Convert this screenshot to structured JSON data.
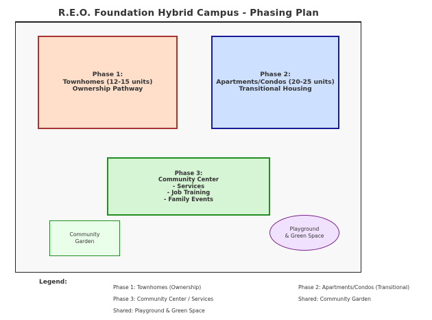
{
  "title": "R.E.O. Foundation Hybrid Campus - Phasing Plan",
  "phase1": {
    "line1": "Phase 1:",
    "line2": "Townhomes (12-15 units)",
    "line3": "Ownership Pathway",
    "fill": "#ffdfca",
    "border": "#a93232"
  },
  "phase2": {
    "line1": "Phase 2:",
    "line2": "Apartments/Condos (20-25 units)",
    "line3": "Transitional Housing",
    "fill": "#cde0ff",
    "border": "#1a1a99"
  },
  "phase3": {
    "line1": "Phase 3:",
    "line2": "Community Center",
    "line3": "- Services",
    "line4": "- Job Training",
    "line5": "- Family Events",
    "fill": "#d6f5d4",
    "border": "#228b22"
  },
  "garden": {
    "line1": "Community",
    "line2": "Garden",
    "fill": "#eaffea",
    "border": "#228b22"
  },
  "playground": {
    "line1": "Playground",
    "line2": "& Green Space",
    "fill": "#f0e2ff",
    "border": "#7b1f8b"
  },
  "legend": {
    "title": "Legend:",
    "items": [
      "Phase 1: Townhomes (Ownership)",
      "Phase 2: Apartments/Condos (Transitional)",
      "Phase 3: Community Center / Services",
      "Shared: Community Garden",
      "Shared: Playground & Green Space"
    ]
  }
}
